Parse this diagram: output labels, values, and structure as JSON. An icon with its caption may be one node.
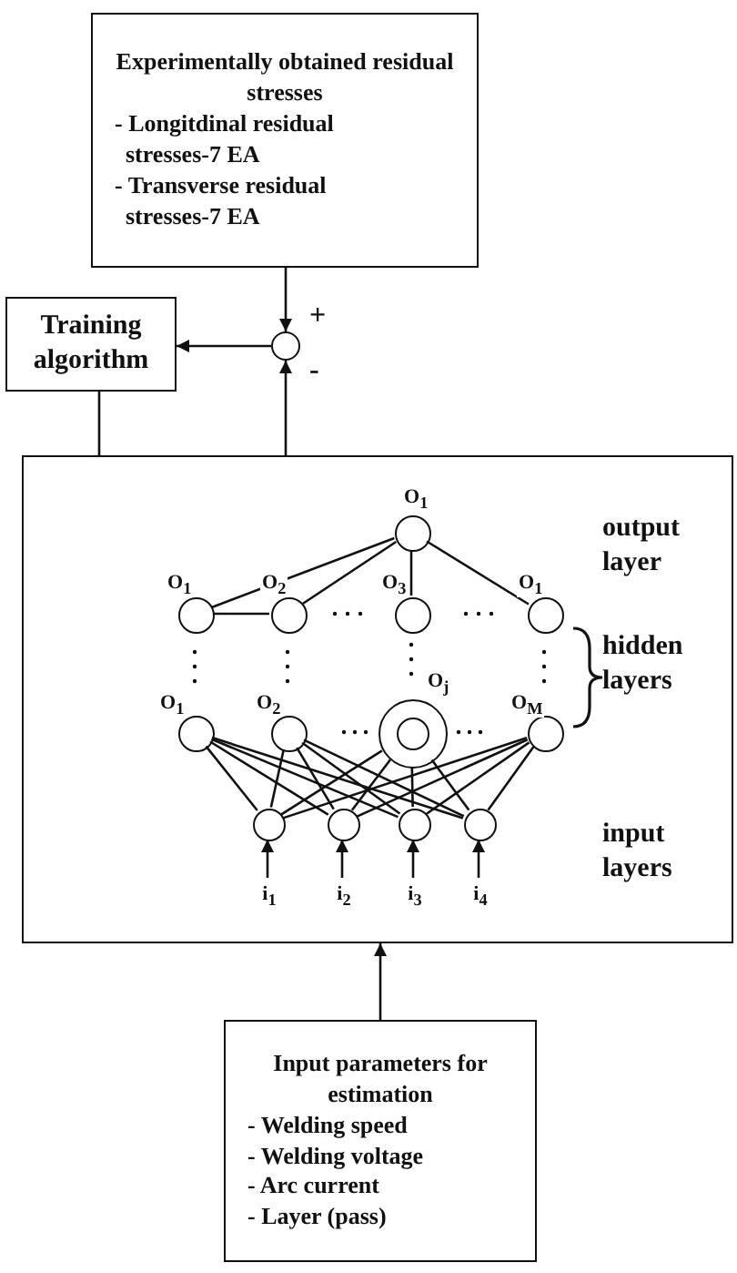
{
  "diagram": {
    "nodes": [
      {
        "text": [
          "Experimentally obtained residual stresses",
          "- Longitdinal residual stresses-7 EA",
          "- Transverse residual stresses-7 EA"
        ]
      },
      {
        "text": [],
        "shape": "circle",
        "beside": [
          "+",
          "-"
        ]
      },
      {
        "text": [
          "Training algorithm"
        ]
      },
      {
        "text": [
          "output layer",
          "hidden layers",
          "input layers"
        ]
      },
      {
        "text": [],
        "shape": "circle",
        "in": 3,
        "beside": [
          "O$_{1}$"
        ]
      },
      {
        "text": [],
        "shape": "circle",
        "in": 3,
        "beside": [
          "O$_{1}$"
        ]
      },
      {
        "text": [],
        "shape": "circle",
        "in": 3,
        "beside": [
          "O$_{2}$"
        ]
      },
      {
        "text": [],
        "shape": "circle",
        "in": 3,
        "beside": [
          "O$_{3}$"
        ]
      },
      {
        "text": [],
        "shape": "circle",
        "in": 3,
        "beside": [
          "O$_{1}$"
        ]
      },
      {
        "text": [],
        "shape": "circle",
        "in": 3,
        "beside": [
          "O$_{1}$"
        ]
      },
      {
        "text": [],
        "shape": "circle",
        "in": 3,
        "beside": [
          "O$_{2}$"
        ]
      },
      {
        "text": [],
        "shape": "circle",
        "in": 3,
        "beside": [
          "O$_{j}$"
        ]
      },
      {
        "text": [],
        "shape": "circle",
        "in": 3,
        "beside": [
          "O$_{M}$"
        ]
      },
      {
        "text": [],
        "shape": "circle",
        "in": 3
      },
      {
        "text": [],
        "shape": "circle",
        "in": 3
      },
      {
        "text": [],
        "shape": "circle",
        "in": 3
      },
      {
        "text": [],
        "shape": "circle",
        "in": 3
      },
      {
        "text": [
          "i$_{1}$"
        ],
        "in": 3
      },
      {
        "text": [
          "i$_{2}$"
        ],
        "in": 3
      },
      {
        "text": [
          "i$_{3}$"
        ],
        "in": 3
      },
      {
        "text": [
          "i$_{4}$"
        ],
        "in": 3
      },
      {
        "text": [
          "Input parameters for estimation",
          "- Welding speed",
          "- Welding voltage",
          "- Arc current",
          "- Layer (pass)"
        ]
      }
    ],
    "edges": [
      {
        "from": 0,
        "to": 1,
        "arrow": "to"
      },
      {
        "from": 3,
        "to": 1,
        "arrow": "to"
      },
      {
        "from": 1,
        "to": 2,
        "arrow": "to"
      },
      {
        "from": 2,
        "to": 3,
        "arrow": "none"
      },
      {
        "from": 21,
        "to": 3,
        "arrow": "to"
      },
      {
        "from": 5,
        "to": 4,
        "arrow": "none"
      },
      {
        "from": 6,
        "to": 4,
        "arrow": "none"
      },
      {
        "from": 7,
        "to": 4,
        "arrow": "none"
      },
      {
        "from": 8,
        "to": 4,
        "arrow": "none"
      },
      {
        "from": 5,
        "to": 6,
        "arrow": "none"
      },
      {
        "from": 13,
        "to": 9,
        "arrow": "none"
      },
      {
        "from": 13,
        "to": 10,
        "arrow": "none"
      },
      {
        "from": 13,
        "to": 11,
        "arrow": "none"
      },
      {
        "from": 13,
        "to": 12,
        "arrow": "none"
      },
      {
        "from": 14,
        "to": 9,
        "arrow": "none"
      },
      {
        "from": 14,
        "to": 10,
        "arrow": "none"
      },
      {
        "from": 14,
        "to": 11,
        "arrow": "none"
      },
      {
        "from": 14,
        "to": 12,
        "arrow": "none"
      },
      {
        "from": 15,
        "to": 9,
        "arrow": "none"
      },
      {
        "from": 15,
        "to": 10,
        "arrow": "none"
      },
      {
        "from": 15,
        "to": 11,
        "arrow": "none"
      },
      {
        "from": 15,
        "to": 12,
        "arrow": "none"
      },
      {
        "from": 16,
        "to": 9,
        "arrow": "none"
      },
      {
        "from": 16,
        "to": 10,
        "arrow": "none"
      },
      {
        "from": 16,
        "to": 11,
        "arrow": "none"
      },
      {
        "from": 16,
        "to": 12,
        "arrow": "none"
      },
      {
        "from": 17,
        "to": 13,
        "arrow": "to"
      },
      {
        "from": 18,
        "to": 14,
        "arrow": "to"
      },
      {
        "from": 19,
        "to": 15,
        "arrow": "to"
      },
      {
        "from": 20,
        "to": 16,
        "arrow": "to"
      }
    ]
  }
}
